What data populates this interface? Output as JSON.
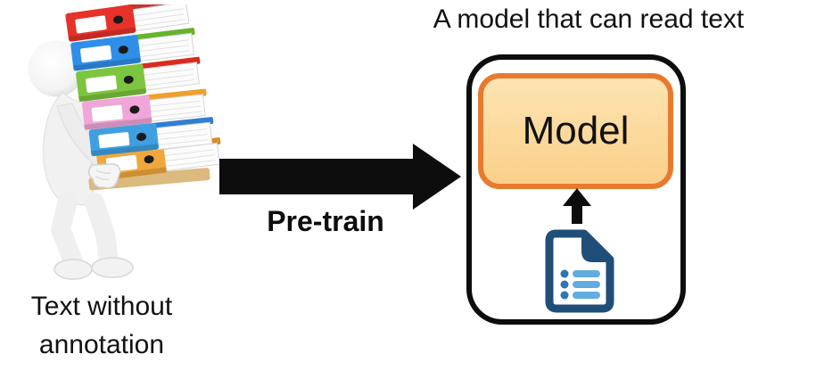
{
  "diagram": {
    "left": {
      "caption_line1": "Text without",
      "caption_line2": "annotation",
      "illustration": "3d white figure carrying a stack of colorful ring binders"
    },
    "arrow": {
      "label": "Pre-train"
    },
    "right": {
      "title": "A model that can read text",
      "model_label": "Model"
    }
  },
  "colors": {
    "arrow_black": "#0d0d0d",
    "outer_box_border": "#0d0d0d",
    "model_box_border": "#e87a2f",
    "model_box_fill_top": "#fce4b2",
    "model_box_fill_bottom": "#fbd089",
    "document_icon_navy": "#1f4e79",
    "document_icon_bar_blue": "#63ace0",
    "document_icon_dot_blue": "#2e75b6",
    "binder_colors": [
      "#e63229",
      "#2f8fe8",
      "#7cc53f",
      "#f0a6d8",
      "#3f9fe0",
      "#f0a83c"
    ]
  }
}
